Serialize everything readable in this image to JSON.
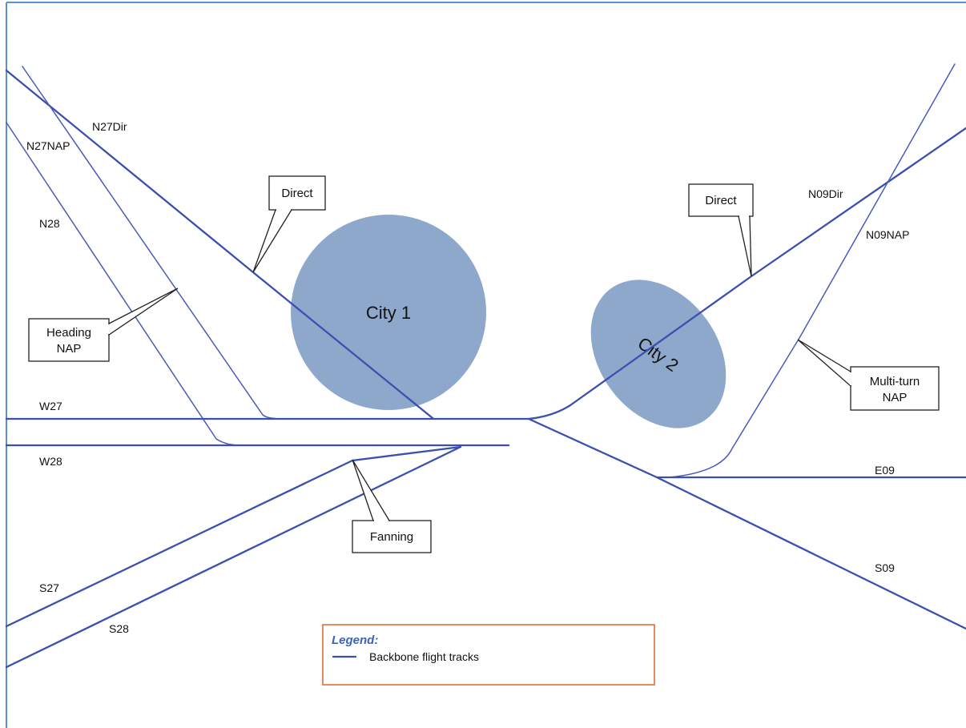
{
  "cities": [
    {
      "id": "city-1",
      "label": "City 1"
    },
    {
      "id": "city-2",
      "label": "City 2"
    }
  ],
  "routes": {
    "n27dir": "N27Dir",
    "n27nap": "N27NAP",
    "n28": "N28",
    "w27": "W27",
    "w28": "W28",
    "s27": "S27",
    "s28": "S28",
    "n09dir": "N09Dir",
    "n09nap": "N09NAP",
    "e09": "E09",
    "s09": "S09"
  },
  "callouts": {
    "direct_west": [
      "Direct"
    ],
    "heading_nap": [
      "Heading",
      "NAP"
    ],
    "fanning": [
      "Fanning"
    ],
    "direct_east": [
      "Direct"
    ],
    "multi_turn_nap": [
      "Multi-turn",
      "NAP"
    ]
  },
  "legend": {
    "title": "Legend:",
    "item": "Backbone flight tracks"
  },
  "colors": {
    "track": "#3a4fb0",
    "city_fill": "#8ea8cc",
    "legend_border": "#e0622e",
    "legend_title": "#3a64b8",
    "frame": "#5b8fd6"
  }
}
